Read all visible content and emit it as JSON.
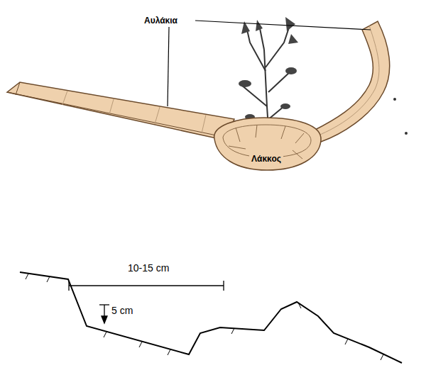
{
  "diagram": {
    "nodes": [
      {
        "text": [
          "Λάκκος"
        ]
      }
    ],
    "labels": [
      "Αυλάκια",
      "10-15 cm",
      "5 cm"
    ]
  }
}
